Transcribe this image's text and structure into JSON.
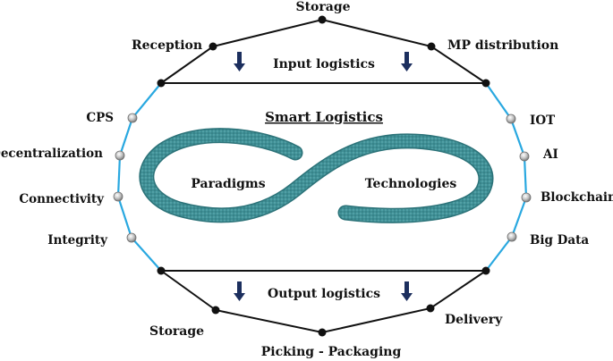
{
  "title": "Smart Logistics",
  "top": {
    "section": "Input logistics",
    "nodes": [
      "Reception",
      "Storage",
      "MP distribution"
    ]
  },
  "bottom": {
    "section": "Output logistics",
    "nodes": [
      "Storage",
      "Picking - Packaging",
      "Delivery"
    ]
  },
  "paradigms": {
    "label": "Paradigms",
    "items": [
      "CPS",
      "Decentralization",
      "Connectivity",
      "Integrity"
    ]
  },
  "technologies": {
    "label": "Technologies",
    "items": [
      "IOT",
      "AI",
      "Blockchain",
      "Big Data"
    ]
  },
  "colors": {
    "frame_line": "#111111",
    "side_line": "#29a8e0",
    "node_dot": "#111111",
    "side_node": "#b0b0b0",
    "infinity_fill": "#3b8f95",
    "arrow": "#1c2f5e"
  }
}
